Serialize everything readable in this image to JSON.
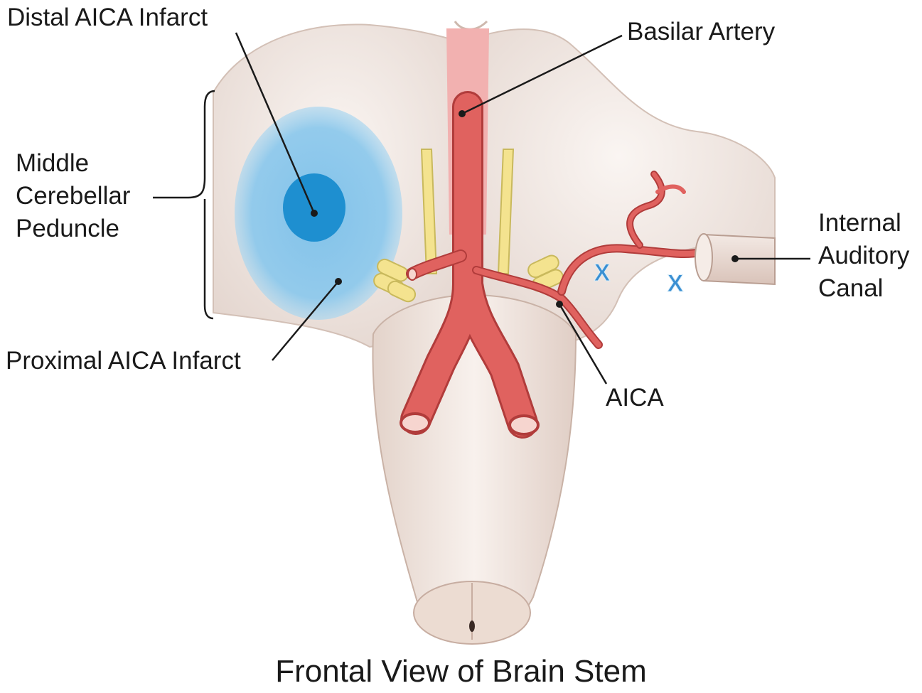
{
  "labels": {
    "distal_infarct": "Distal AICA Infarct",
    "basilar_artery": "Basilar Artery",
    "peduncle_line1": "Middle",
    "peduncle_line2": "Cerebellar",
    "peduncle_line3": "Peduncle",
    "canal_line1": "Internal",
    "canal_line2": "Auditory",
    "canal_line3": "Canal",
    "proximal_infarct": "Proximal AICA Infarct",
    "aica": "AICA",
    "occlusion_marker": "X"
  },
  "caption": "Frontal View of Brain Stem",
  "colors": {
    "tissue": "#f3ebe6",
    "tissue_shadow": "#dcc9c0",
    "artery": "#e0625f",
    "artery_dark": "#b13c3b",
    "basilar_highlight": "#f2b1b0",
    "infarct_outer": "#8ec9ec",
    "infarct_inner": "#1e8fd0",
    "nerve": "#f4e38f",
    "marker": "#3a8fd2",
    "ink": "#1a1a1a"
  }
}
